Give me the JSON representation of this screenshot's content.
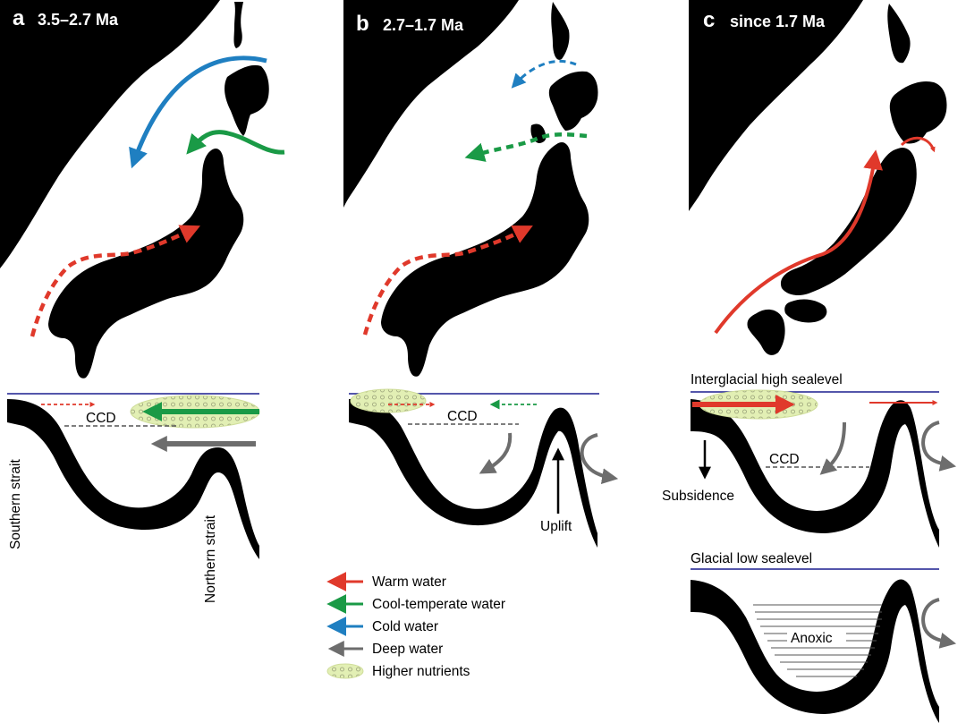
{
  "panels": [
    {
      "letter": "a",
      "period": "3.5–2.7 Ma"
    },
    {
      "letter": "b",
      "period": "2.7–1.7 Ma"
    },
    {
      "letter": "c",
      "period": "since 1.7 Ma"
    }
  ],
  "labels": {
    "ccd": "CCD",
    "southern_strait": "Southern strait",
    "northern_strait": "Northern strait",
    "uplift": "Uplift",
    "subsidence": "Subsidence",
    "interglacial": "Interglacial high sealevel",
    "glacial": "Glacial low sealevel",
    "anoxic": "Anoxic"
  },
  "legend": [
    {
      "label": "Warm water",
      "color": "#e0392b",
      "type": "arrow"
    },
    {
      "label": "Cool-temperate water",
      "color": "#1a9a46",
      "type": "arrow"
    },
    {
      "label": "Cold water",
      "color": "#1f7fc1",
      "type": "arrow"
    },
    {
      "label": "Deep water",
      "color": "#6d6d6d",
      "type": "arrow"
    },
    {
      "label": "Higher nutrients",
      "color": "#e2efb4",
      "type": "patch"
    }
  ],
  "colors": {
    "warm": "#e0392b",
    "cool": "#1a9a46",
    "cold": "#1f7fc1",
    "deep": "#6d6d6d",
    "sea_level": "#1b1f8f",
    "land": "#000000",
    "nutrient": "#e2efb4"
  }
}
